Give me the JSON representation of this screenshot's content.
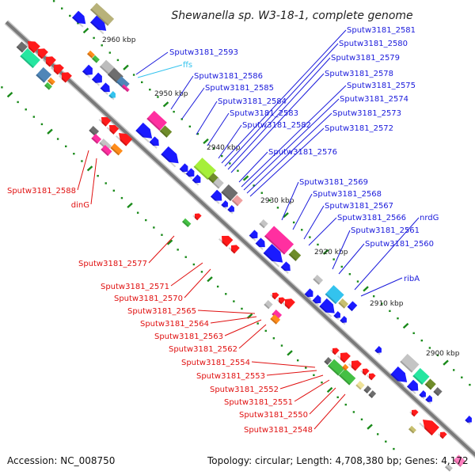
{
  "title": "Shewanella sp. W3-18-1, complete genome",
  "footer": {
    "accession": "Accession: NC_008750",
    "summary": "Topology: circular; Length: 4,708,380 bp; Genes: 4,172"
  },
  "colors": {
    "backbone": "#808080",
    "forward_label": "#1a1adb",
    "reverse_label": "#e01010",
    "rna_label": "#33c3ee",
    "tick": "#1a8a1a"
  },
  "scale": {
    "tick_labels": [
      "2960 kbp",
      "2950 kbp",
      "2940 kbp",
      "2930 kbp",
      "2920 kbp",
      "2910 kbp",
      "2900 kbp"
    ]
  },
  "forward_labels": [
    {
      "text": "Sputw3181_2593",
      "kind": "gene"
    },
    {
      "text": "ffs",
      "kind": "rna"
    },
    {
      "text": "Sputw3181_2586",
      "kind": "gene"
    },
    {
      "text": "Sputw3181_2585",
      "kind": "gene"
    },
    {
      "text": "Sputw3181_2584",
      "kind": "gene"
    },
    {
      "text": "Sputw3181_2583",
      "kind": "gene"
    },
    {
      "text": "Sputw3181_2582",
      "kind": "gene"
    },
    {
      "text": "Sputw3181_2581",
      "kind": "gene"
    },
    {
      "text": "Sputw3181_2580",
      "kind": "gene"
    },
    {
      "text": "Sputw3181_2579",
      "kind": "gene"
    },
    {
      "text": "Sputw3181_2578",
      "kind": "gene"
    },
    {
      "text": "Sputw3181_2575",
      "kind": "gene"
    },
    {
      "text": "Sputw3181_2574",
      "kind": "gene"
    },
    {
      "text": "Sputw3181_2573",
      "kind": "gene"
    },
    {
      "text": "Sputw3181_2572",
      "kind": "gene"
    },
    {
      "text": "Sputw3181_2576",
      "kind": "gene"
    },
    {
      "text": "Sputw3181_2569",
      "kind": "gene"
    },
    {
      "text": "Sputw3181_2568",
      "kind": "gene"
    },
    {
      "text": "Sputw3181_2567",
      "kind": "gene"
    },
    {
      "text": "Sputw3181_2566",
      "kind": "gene"
    },
    {
      "text": "nrdG",
      "kind": "gene"
    },
    {
      "text": "Sputw3181_2561",
      "kind": "gene"
    },
    {
      "text": "Sputw3181_2560",
      "kind": "gene"
    },
    {
      "text": "ribA",
      "kind": "gene"
    }
  ],
  "reverse_labels": [
    {
      "text": "Sputw3181_2588"
    },
    {
      "text": "dinG"
    },
    {
      "text": "Sputw3181_2577"
    },
    {
      "text": "Sputw3181_2571"
    },
    {
      "text": "Sputw3181_2570"
    },
    {
      "text": "Sputw3181_2565"
    },
    {
      "text": "Sputw3181_2564"
    },
    {
      "text": "Sputw3181_2563"
    },
    {
      "text": "Sputw3181_2562"
    },
    {
      "text": "Sputw3181_2554"
    },
    {
      "text": "Sputw3181_2553"
    },
    {
      "text": "Sputw3181_2552"
    },
    {
      "text": "Sputw3181_2551"
    },
    {
      "text": "Sputw3181_2550"
    },
    {
      "text": "Sputw3181_2548"
    }
  ]
}
